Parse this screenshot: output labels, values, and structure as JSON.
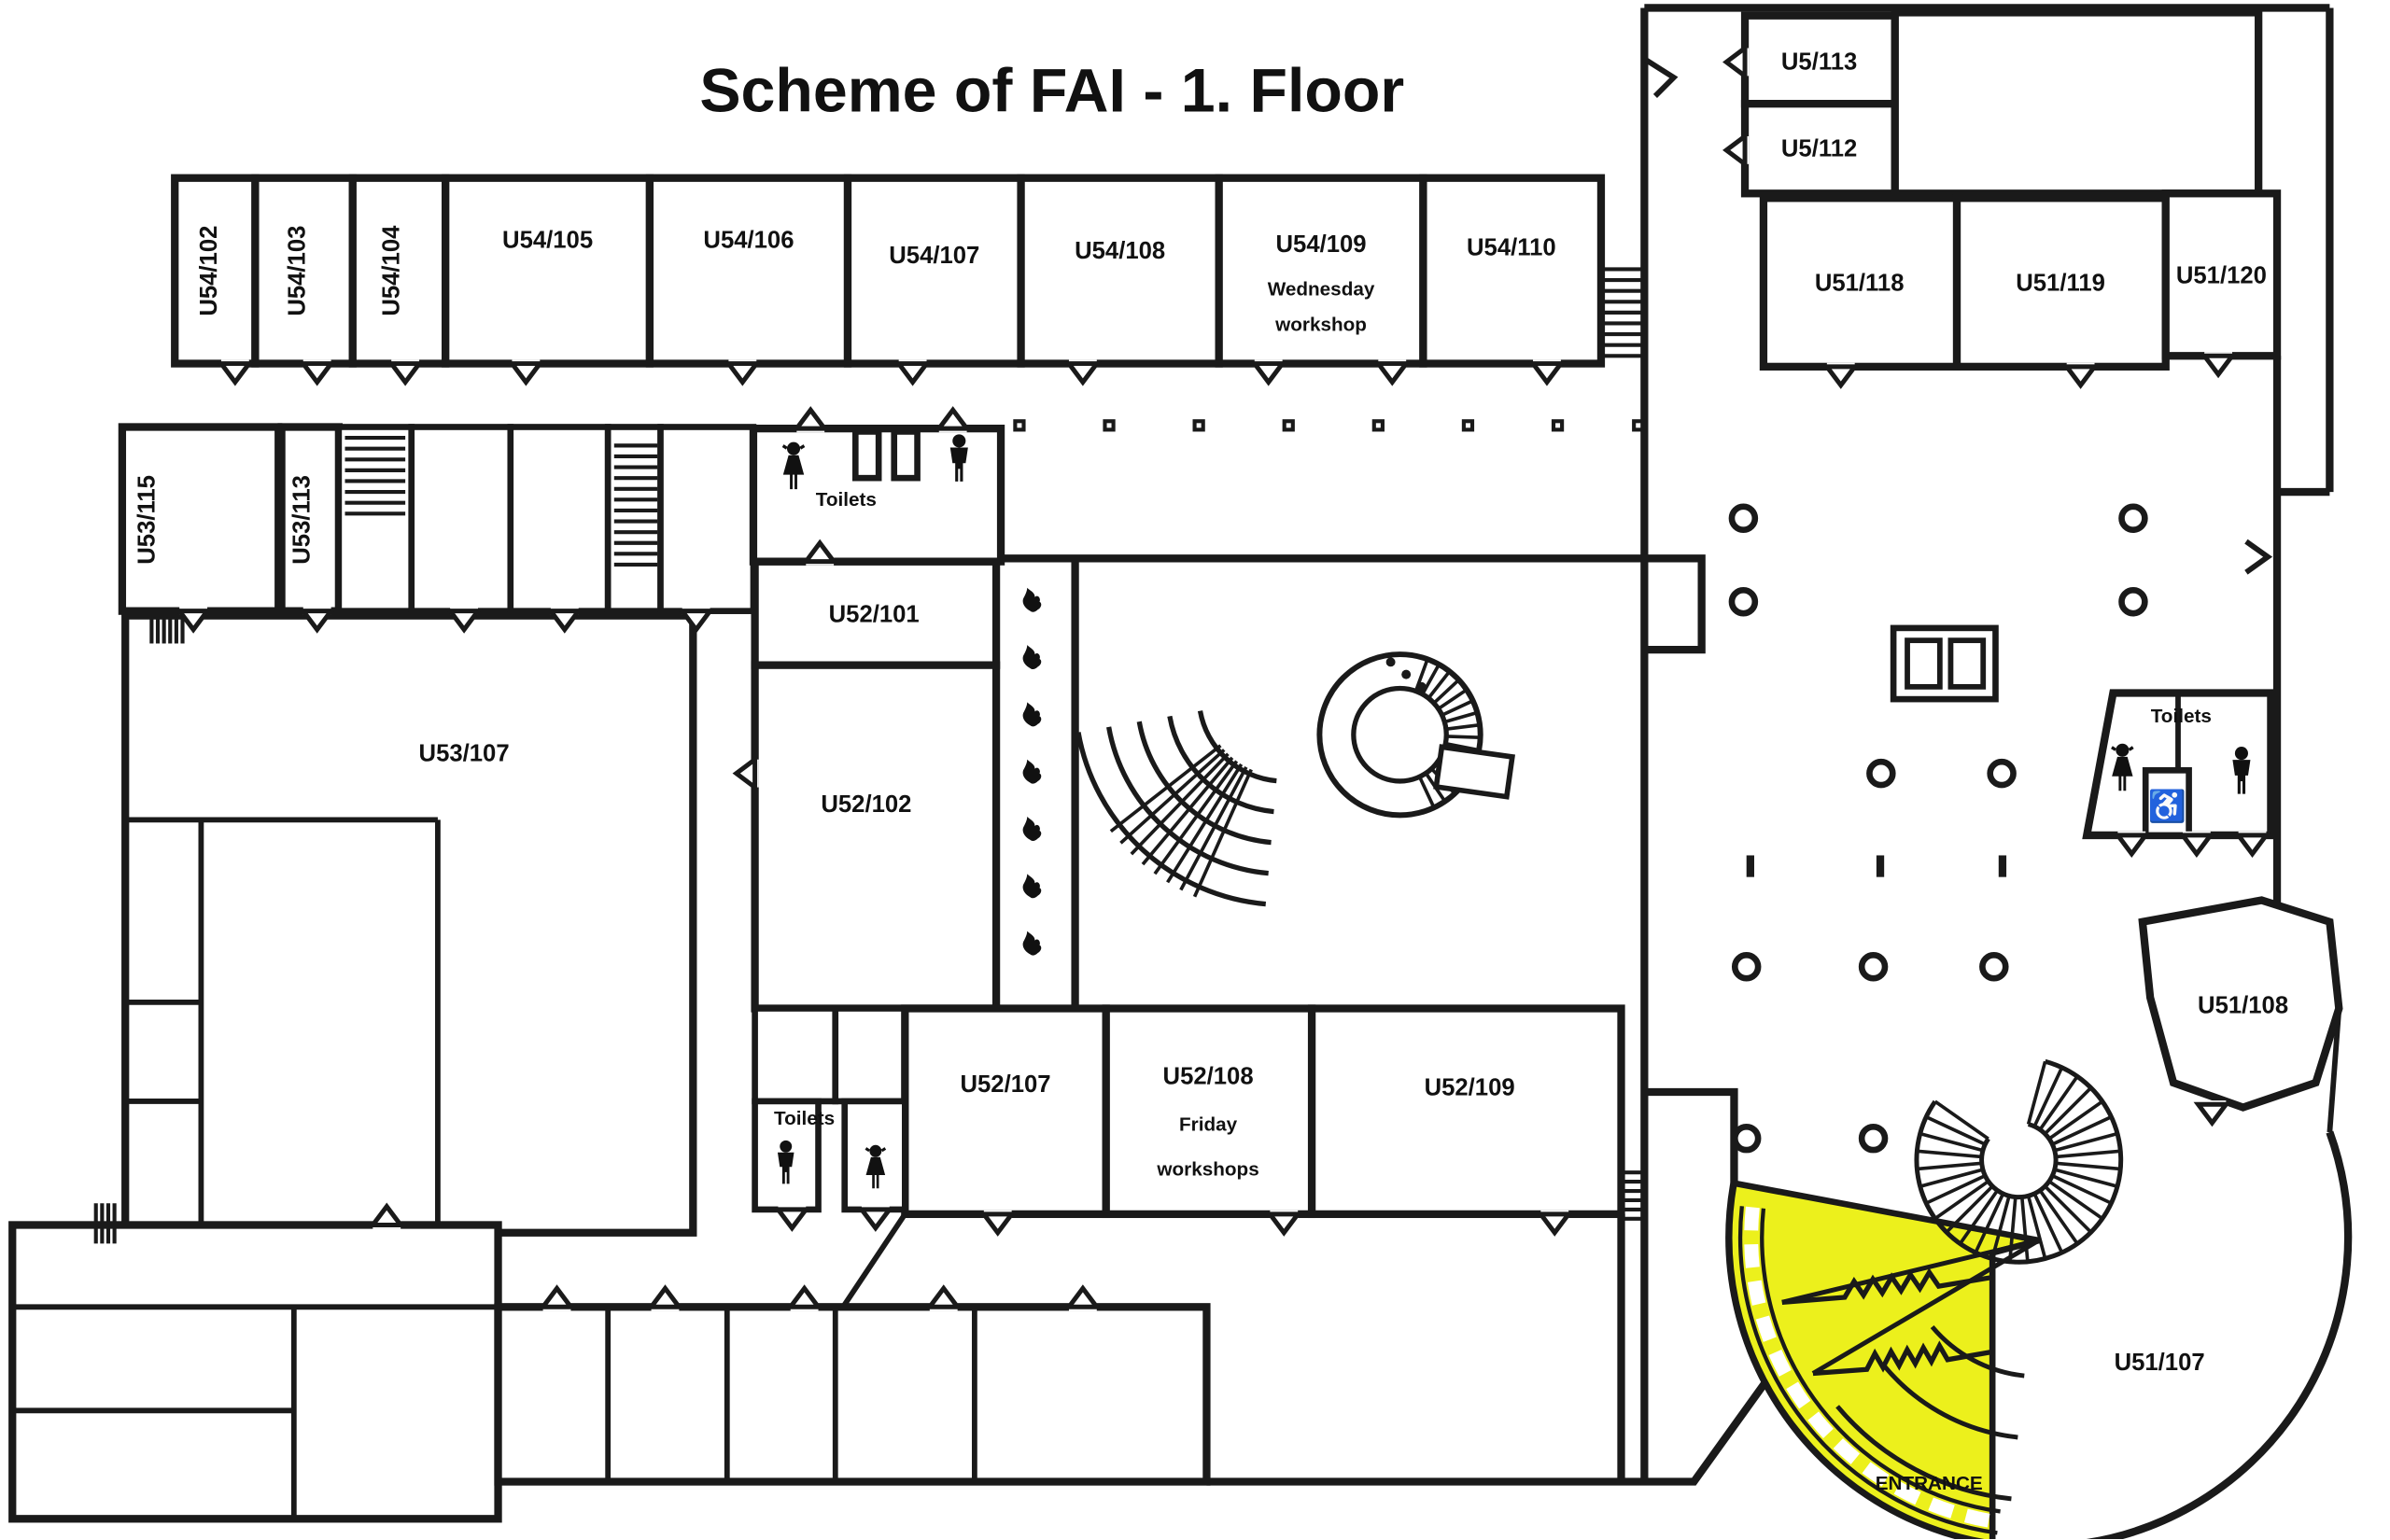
{
  "title": "Scheme of FAI - 1. Floor",
  "colors": {
    "wall": "#1a1a1a",
    "highlight_yellow": "#f1ec3d",
    "entrance_yellow": "#ecf01c",
    "workshop_orange": "#f3a959",
    "toilet_cyan": "#a9ecf2"
  },
  "rooms": {
    "u54_102": "U54/102",
    "u54_103": "U54/103",
    "u54_104": "U54/104",
    "u54_105": "U54/105",
    "u54_106": "U54/106",
    "u54_107": "U54/107",
    "u54_108": "U54/108",
    "u54_110": "U54/110",
    "u5_113": "U5/113",
    "u5_112": "U5/112",
    "u51_118": "U51/118",
    "u51_119": "U51/119",
    "u51_120": "U51/120",
    "u53_115": "U53/115",
    "u53_113": "U53/113",
    "u53_107": "U53/107",
    "u52_101": "U52/101",
    "u52_102": "U52/102",
    "u52_107": "U52/107",
    "u52_109": "U52/109",
    "u51_108": "U51/108",
    "u51_107": "U51/107"
  },
  "workshops": {
    "wednesday": {
      "room": "U54/109",
      "line1": "Wednesday",
      "line2": "workshop"
    },
    "friday": {
      "room": "U52/108",
      "line1": "Friday",
      "line2": "workshops"
    }
  },
  "toilets": {
    "label": "Toilets"
  },
  "entrance": {
    "label": "ENTRANCE"
  },
  "icons": {
    "wheelchair_glyph": "♿"
  }
}
